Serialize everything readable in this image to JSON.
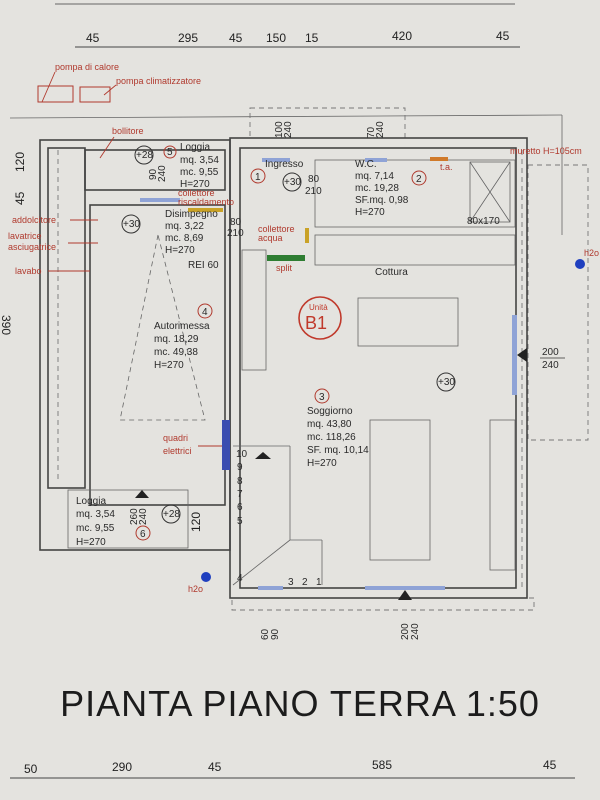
{
  "title": "PIANTA PIANO TERRA 1:50",
  "dims_top": [
    "45",
    "295",
    "45",
    "150",
    "15",
    "420",
    "45"
  ],
  "dims_bottom": [
    "50",
    "290",
    "45",
    "585",
    "45"
  ],
  "dims_left": {
    "a": "120",
    "b": "45",
    "c": "390"
  },
  "unit": {
    "label": "Unità",
    "code": "B1",
    "color": "#c0392b"
  },
  "rooms": {
    "loggia5": {
      "num": "5",
      "name": "Loggia",
      "mq": "mq. 3,54",
      "mc": "mc. 9,55",
      "h": "H=270",
      "level": "+28",
      "door": [
        "90",
        "240"
      ]
    },
    "disimpegno": {
      "name": "Disimpegno",
      "mq": "mq. 3,22",
      "mc": "mc. 8,69",
      "h": "H=270",
      "fire": "REI 60",
      "level": "+30",
      "door": [
        "80",
        "210"
      ]
    },
    "ingresso": {
      "num": "1",
      "name": "Ingresso",
      "level": "+30",
      "door": [
        "80",
        "210"
      ],
      "door_top": [
        "100",
        "240"
      ]
    },
    "wc": {
      "num": "2",
      "name": "W.C.",
      "mq": "mq. 7,14",
      "mc": "mc. 19,28",
      "sf": "SF.mq. 0,98",
      "h": "H=270",
      "shower": "80x170",
      "door_top": [
        "70",
        "240"
      ]
    },
    "autorimessa": {
      "num": "4",
      "name": "Autorimessa",
      "mq": "mq. 18,29",
      "mc": "mc. 49,38",
      "h": "H=270"
    },
    "soggiorno": {
      "num": "3",
      "name": "Soggiorno",
      "mq": "mq. 43,80",
      "mc": "mc. 118,26",
      "sf": "SF. mq. 10,14",
      "h": "H=270",
      "level": "+30",
      "window_right": [
        "200",
        "240"
      ],
      "window_bottom": [
        "200",
        "240"
      ],
      "door_bottom": [
        "60",
        "90"
      ]
    },
    "cottura": {
      "name": "Cottura"
    },
    "loggia6": {
      "num": "6",
      "name": "Loggia",
      "mq": "mq. 3,54",
      "mc": "mc. 9,55",
      "h": "H=270",
      "level": "+28",
      "door": [
        "260",
        "240"
      ],
      "depth": "120"
    }
  },
  "annotations": {
    "pompa_calore": "pompa di calore",
    "pompa_clima": "pompa climatizzatore",
    "bollitore": "bollitore",
    "collettore_risc": [
      "collettore",
      "riscaldamento"
    ],
    "collettore_acqua": [
      "collettore",
      "acqua"
    ],
    "split": "split",
    "addolcitore": "addolcitore",
    "lavatrice": [
      "lavatrice",
      "asciugatrice"
    ],
    "lavabo": "lavabo",
    "ta": "t.a.",
    "muretto": "muretto H=105cm",
    "quadri": [
      "quadri",
      "elettrici"
    ],
    "h2o": "h2o"
  },
  "stairs": [
    "10",
    "9",
    "8",
    "7",
    "6",
    "5",
    "4",
    "3",
    "2",
    "1"
  ],
  "colors": {
    "annotation": "#b03a2e",
    "water": "#1f3fbf",
    "window": "#8fa3d6",
    "split": "#2e7d32",
    "collector": "#c9a227",
    "electric": "#3b4db0"
  }
}
